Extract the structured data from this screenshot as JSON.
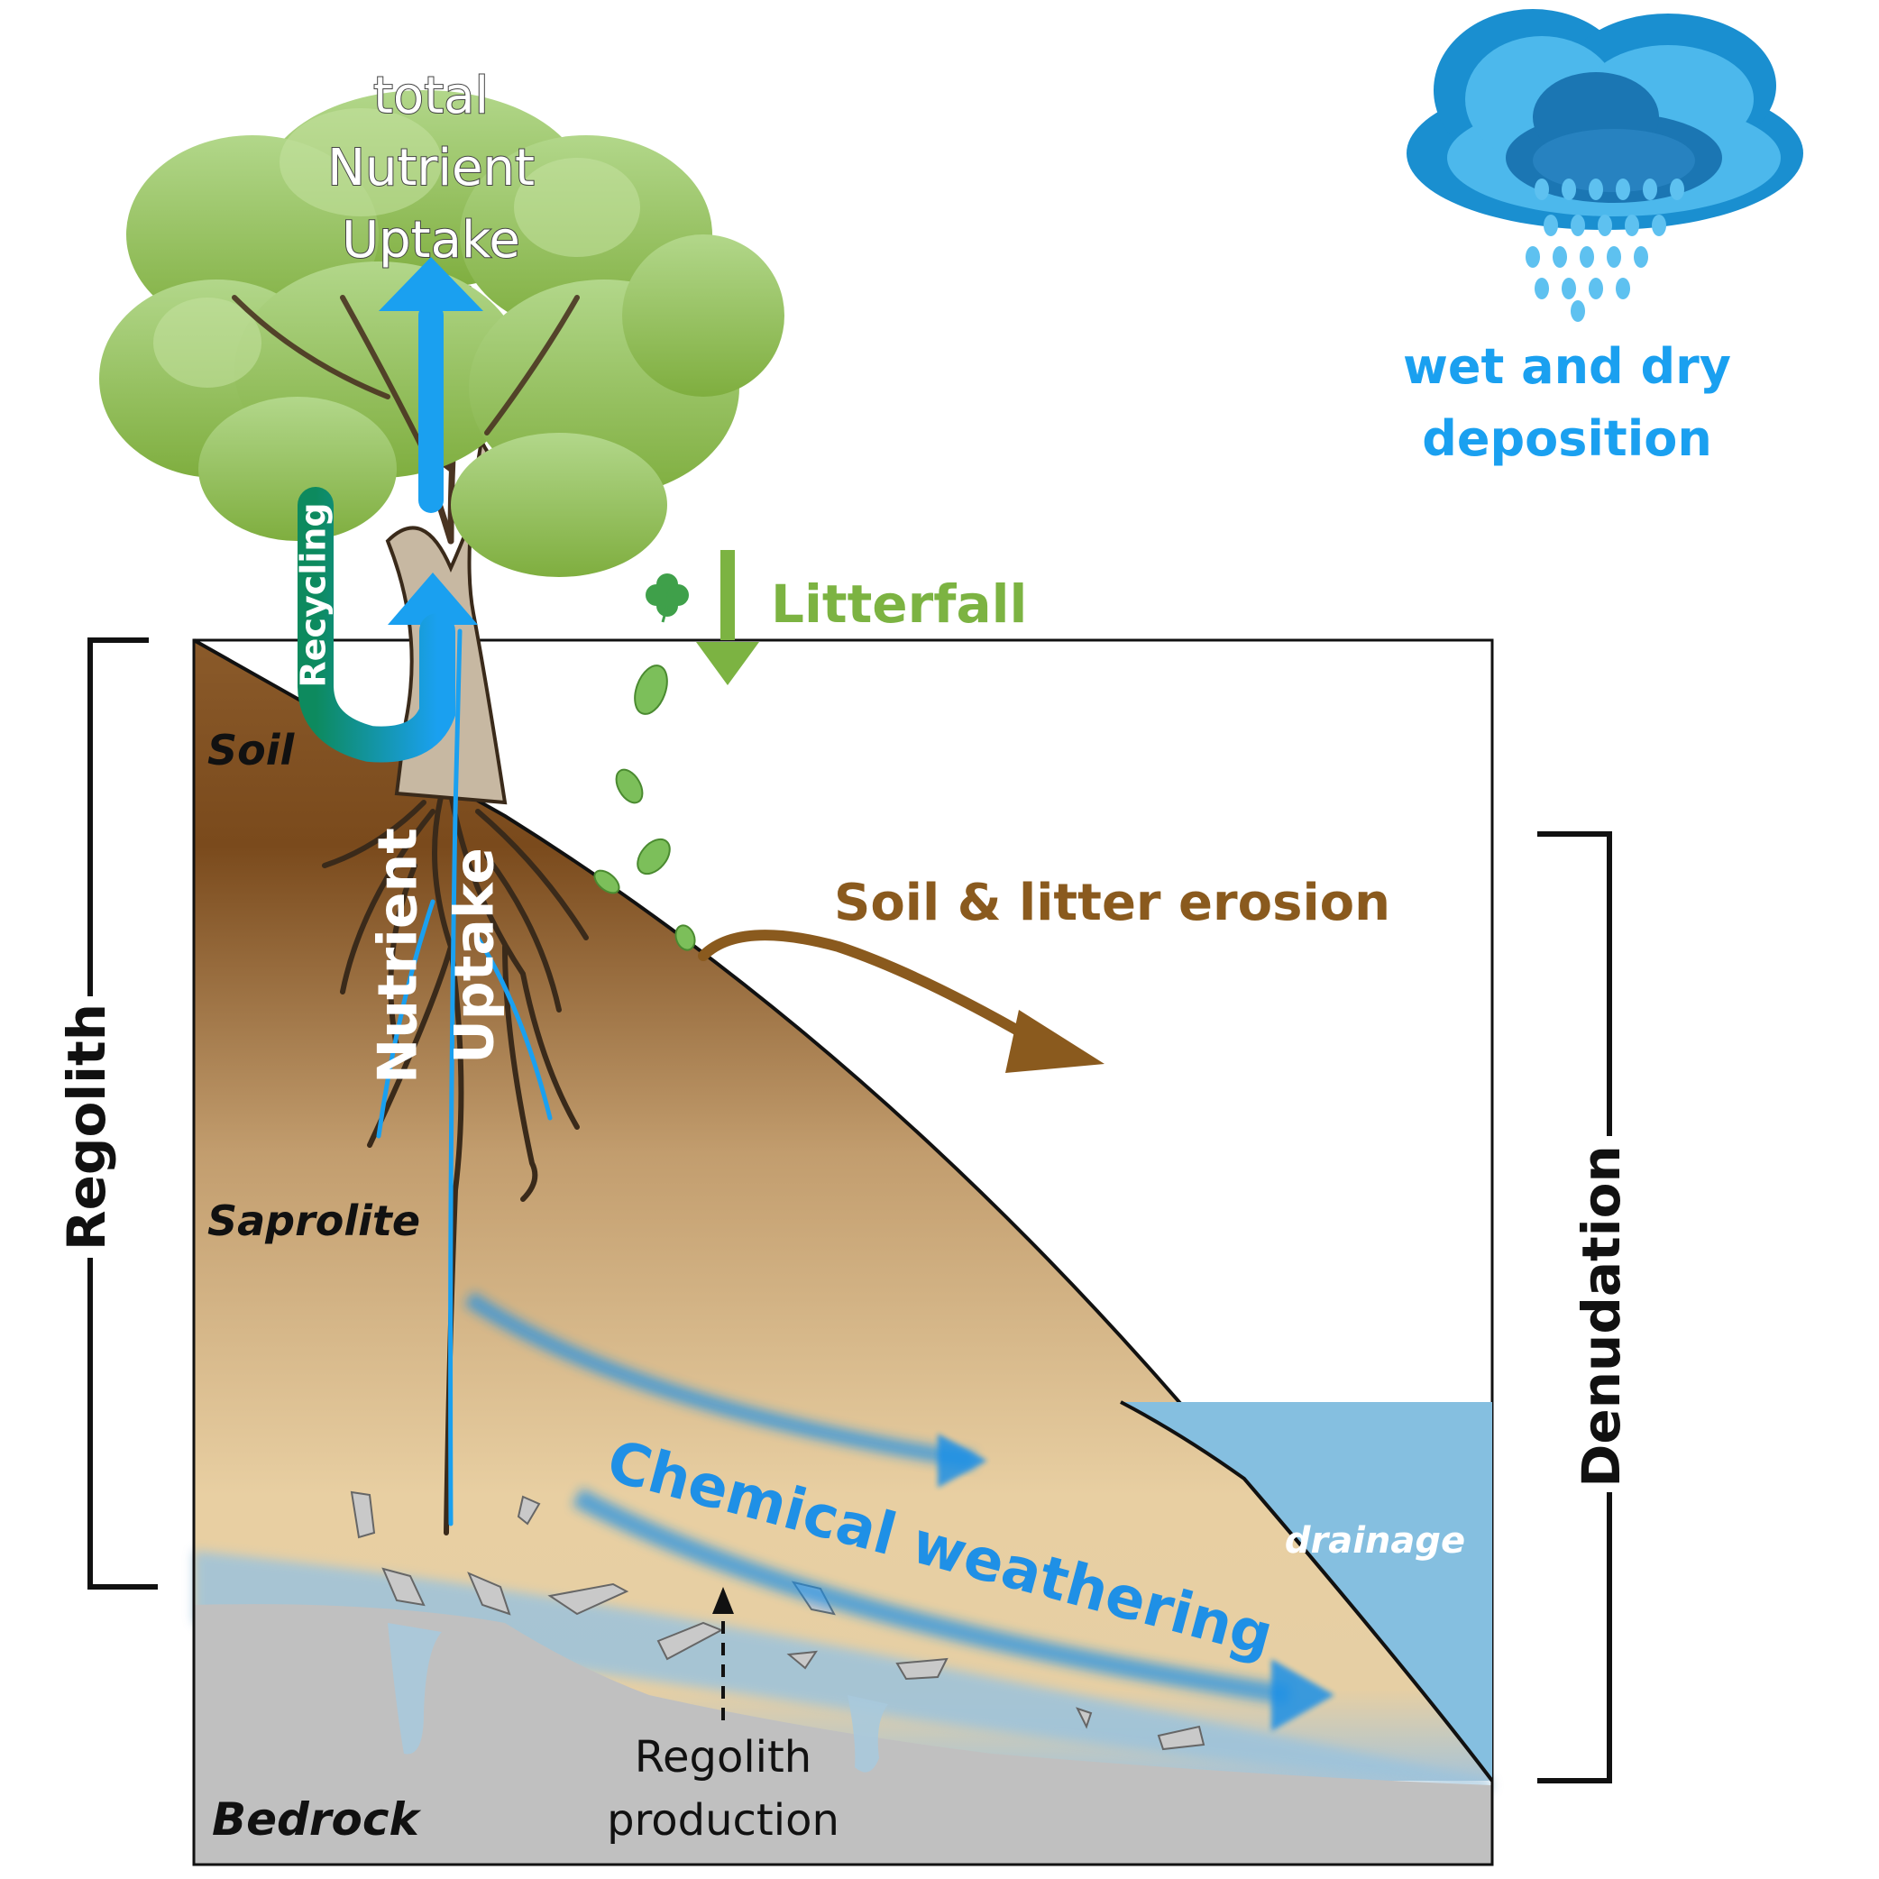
{
  "labels": {
    "total_uptake": [
      "total",
      "Nutrient",
      "Uptake"
    ],
    "recycling": "Recycling",
    "litterfall": "Litterfall",
    "deposition": [
      "wet and dry",
      "deposition"
    ],
    "soil": "Soil",
    "saprolite": "Saprolite",
    "bedrock": "Bedrock",
    "root_uptake": [
      "Nutrient",
      "Uptake"
    ],
    "erosion": "Soil & litter erosion",
    "weathering": "Chemical weathering",
    "drainage": "drainage",
    "regolith_production": [
      "Regolith",
      "production"
    ],
    "regolith_bracket": "Regolith",
    "denudation_bracket": "Denudation"
  },
  "colors": {
    "flux_blue": "#1aa0f0",
    "weathering_blue": "#1f90e6",
    "litter_green": "#7cb342",
    "recycling_green": "#0d8a5e",
    "erosion_brown": "#8a5a1e",
    "soil_dark": "#7a4f22",
    "saprolite_light": "#e8cfa2",
    "bedrock_gray": "#c0c0c0",
    "drainage_blue": "#85bfe0",
    "bracket_black": "#111111"
  },
  "icons": [
    "tree-icon",
    "cloud-rain-icon",
    "clover-leaf-icon",
    "leaf-icon"
  ]
}
